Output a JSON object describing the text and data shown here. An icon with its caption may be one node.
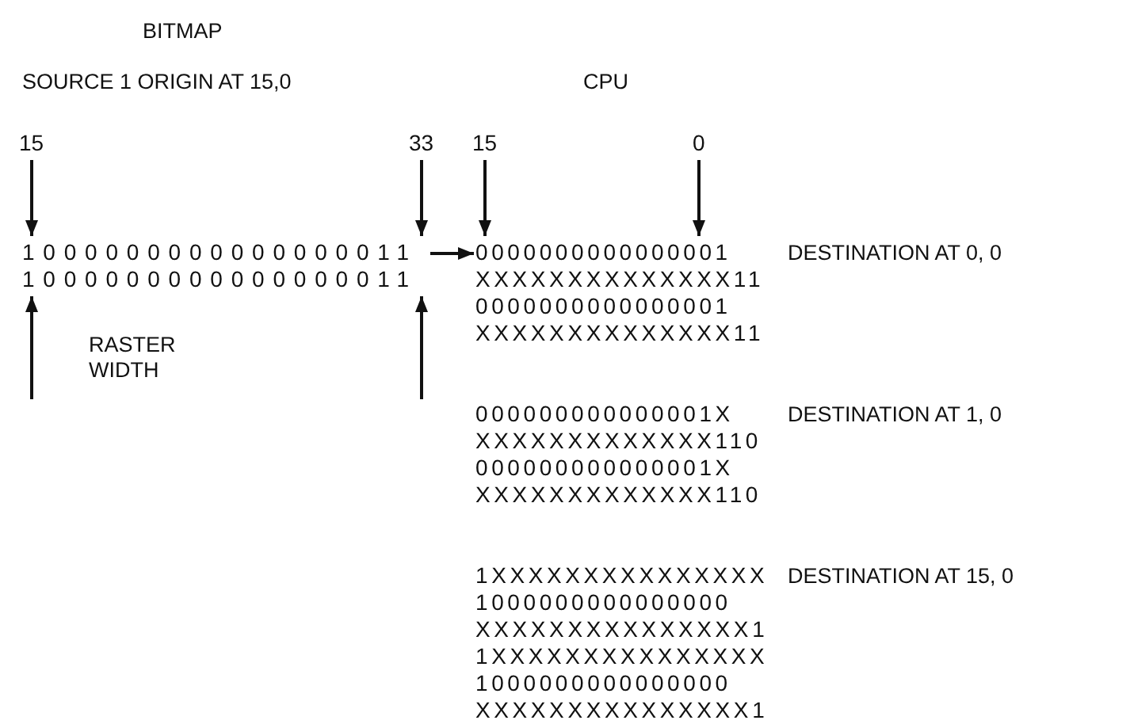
{
  "diagram": {
    "nodes": [
      {
        "text": [
          "15"
        ]
      },
      {
        "text": [
          "33"
        ]
      },
      {
        "text": [
          "1000000000000000011",
          "1000000000000000011"
        ]
      },
      {
        "text": [
          "15"
        ]
      },
      {
        "text": [
          "0"
        ]
      },
      {
        "text": [
          "0000000000000001",
          "XXXXXXXXXXXXXX11",
          "0000000000000001",
          "XXXXXXXXXXXXXX11"
        ],
        "beside": [
          "DESTINATION AT 0, 0"
        ]
      },
      {
        "text": [
          "000000000000001X",
          "XXXXXXXXXXXXX110",
          "000000000000001X",
          "XXXXXXXXXXXXX110"
        ],
        "beside": [
          "DESTINATION AT 1, 0"
        ]
      },
      {
        "text": [
          "1XXXXXXXXXXXXXXX",
          "1000000000000000",
          "XXXXXXXXXXXXXXX1",
          "1XXXXXXXXXXXXXXX",
          "1000000000000000",
          "XXXXXXXXXXXXXXX1"
        ],
        "beside": [
          "DESTINATION AT 15, 0"
        ]
      }
    ],
    "edges": [
      {
        "from": 0,
        "to": 2,
        "arrow": "to"
      },
      {
        "from": 1,
        "to": 2,
        "arrow": "to"
      },
      {
        "from": null,
        "to": 2,
        "arrow": "to"
      },
      {
        "from": null,
        "to": 2,
        "arrow": "to"
      },
      {
        "from": 2,
        "to": 5,
        "arrow": "to"
      },
      {
        "from": 3,
        "to": 5,
        "arrow": "to"
      },
      {
        "from": 4,
        "to": 5,
        "arrow": "to"
      }
    ],
    "labels": [
      "BITMAP",
      "SOURCE 1 ORIGIN AT 15,0",
      "CPU",
      "RASTER WIDTH"
    ]
  }
}
